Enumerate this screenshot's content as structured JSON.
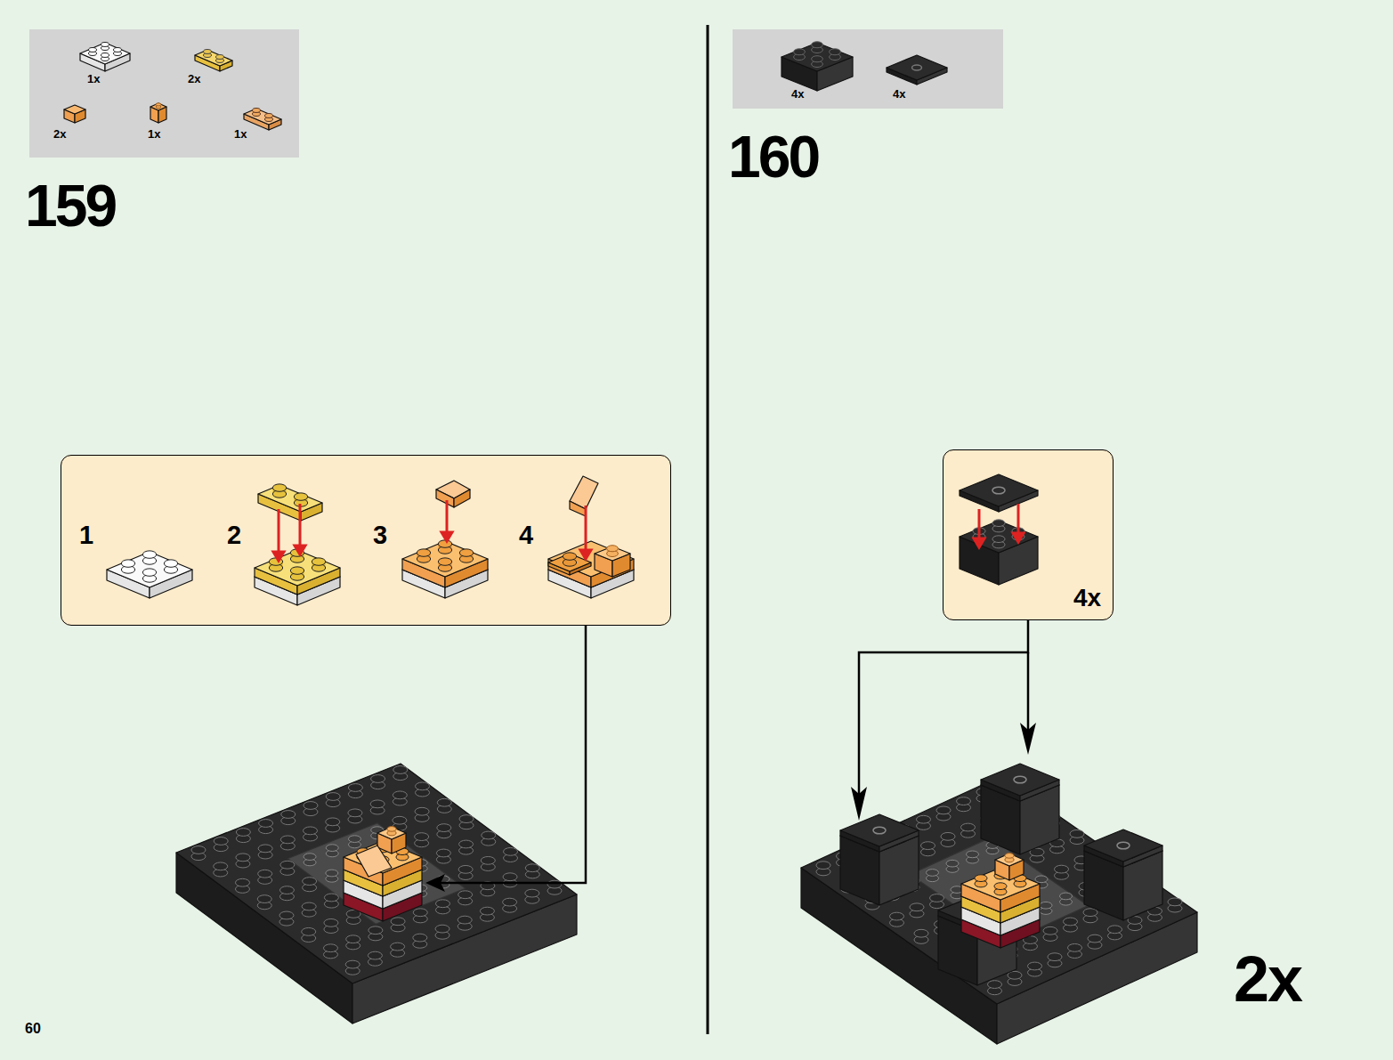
{
  "diagram": {
    "nodes": [
      {
        "text": [
          "1x",
          "2x",
          "2x",
          "1x",
          "1x"
        ]
      },
      {
        "text": [
          "1",
          "2",
          "3",
          "4"
        ]
      },
      {
        "text": [
          "4x",
          "4x"
        ]
      },
      {
        "text": [
          "4x"
        ]
      }
    ],
    "labels": [
      "159",
      "160",
      "2x",
      "60"
    ]
  }
}
